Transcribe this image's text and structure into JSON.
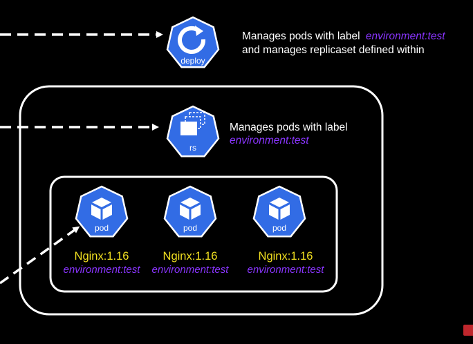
{
  "deploy": {
    "icon_label": "deploy",
    "description_line1": "Manages pods with label",
    "description_label": "environment:test",
    "description_line2": "and manages replicaset defined within"
  },
  "replicaset": {
    "icon_label": "rs",
    "description_line1": "Manages pods with label",
    "description_label": "environment:test"
  },
  "pods": [
    {
      "icon_label": "pod",
      "image": "Nginx:1.16",
      "label": "environment:test"
    },
    {
      "icon_label": "pod",
      "image": "Nginx:1.16",
      "label": "environment:test"
    },
    {
      "icon_label": "pod",
      "image": "Nginx:1.16",
      "label": "environment:test"
    }
  ],
  "colors": {
    "background": "#000000",
    "k8s_blue": "#326ce5",
    "label_purple": "#8a35ff",
    "image_yellow": "#f2e020",
    "border": "#ffffff"
  },
  "icons": {
    "deploy": "deployment-refresh-icon",
    "rs": "replicaset-stack-icon",
    "pod": "pod-cube-icon"
  }
}
